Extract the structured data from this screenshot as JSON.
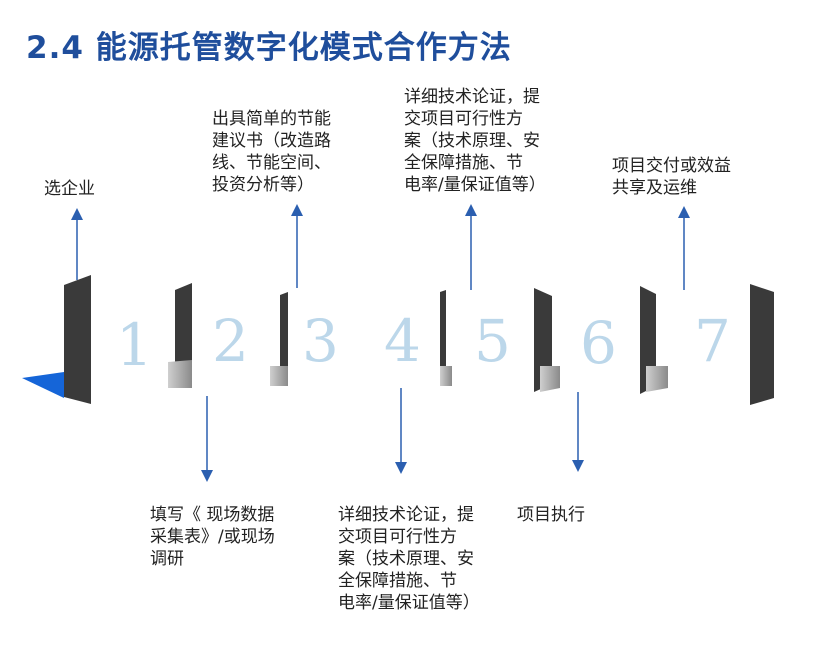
{
  "title": "2.4 能源托管数字化模式合作方法",
  "colors": {
    "title": "#1f4e9c",
    "arrow": "#2b5fb0",
    "panel": "#3a3a3a",
    "number": "#bcd7ea",
    "accent": "#1565d8"
  },
  "steps": [
    {
      "number": "1",
      "label": "选企业",
      "position": "top"
    },
    {
      "number": "2",
      "label": "填写《 现场数据\n采集表》/或现场\n调研",
      "position": "bottom"
    },
    {
      "number": "3",
      "label": "出具简单的节能\n建议书（改造路\n线、节能空间、\n投资分析等）",
      "position": "top"
    },
    {
      "number": "4",
      "label": "详细技术论证，提\n交项目可行性方\n案（技术原理、安\n全保障措施、节\n电率/量保证值等）",
      "position": "bottom"
    },
    {
      "number": "5",
      "label": "详细技术论证，提\n交项目可行性方\n案（技术原理、安\n全保障措施、节\n电率/量保证值等）",
      "position": "top"
    },
    {
      "number": "6",
      "label": "项目执行",
      "position": "bottom"
    },
    {
      "number": "7",
      "label": "项目交付或效益\n共享及运维",
      "position": "top"
    }
  ]
}
